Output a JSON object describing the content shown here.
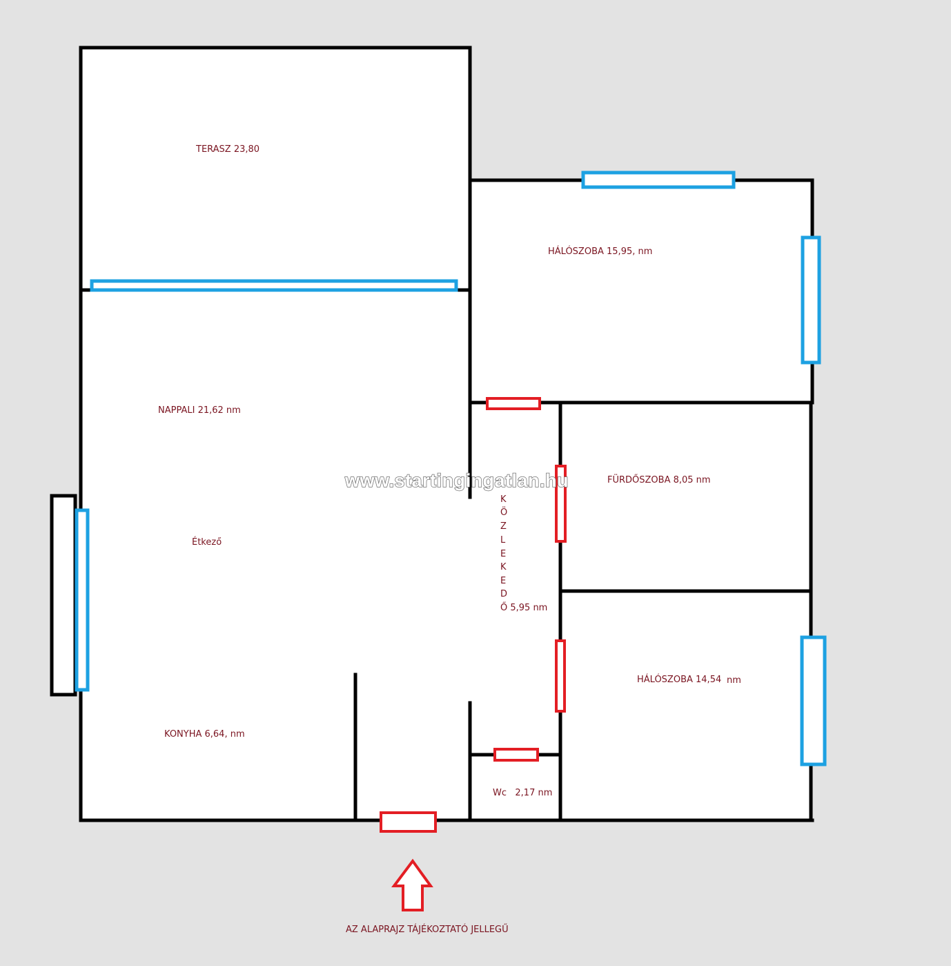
{
  "plan": {
    "colors": {
      "background": "#e3e3e3",
      "floor": "#ffffff",
      "wall": "#000000",
      "window": "#1da1e2",
      "door": "#e31e24",
      "label": "#7a1420",
      "watermark_fill": "#ffffff",
      "watermark_stroke": "#6f6f6f"
    },
    "labels": {
      "terrace": "TERASZ 23,80",
      "bedroom1": "HÁLÓSZOBA 15,95, nm",
      "living": "NAPPALI 21,62 nm",
      "bathroom": "FÜRDŐSZOBA 8,05 nm",
      "dining": "Étkező",
      "hallway_letters": [
        "K",
        "Ö",
        "Z",
        "L",
        "E",
        "K",
        "E",
        "D"
      ],
      "hallway_last": "Ő 5,95 nm",
      "bedroom2": "HÁLÓSZOBA 14,54",
      "bedroom2_unit": "nm",
      "kitchen": "KONYHA 6,64, nm",
      "wc": "Wc   2,17 nm"
    },
    "watermark": "www.startingingatlan.hu",
    "disclaimer": "AZ ALAPRAJZ TÁJÉKOZTATÓ JELLEGŰ",
    "icons": {
      "entrance": "entrance-arrow-icon"
    }
  }
}
